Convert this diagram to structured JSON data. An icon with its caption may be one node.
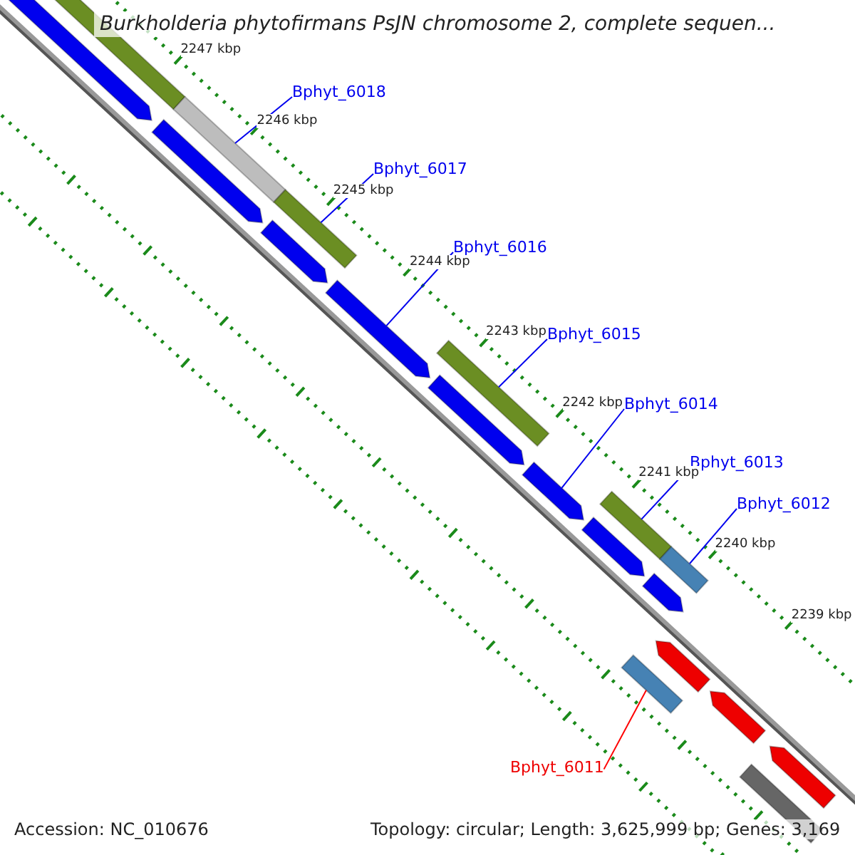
{
  "diagram": {
    "title": "Burkholderia phytofirmans PsJN chromosome 2, complete sequen...",
    "nodes": [
      {
        "text": [
          "Bphyt_6018"
        ]
      },
      {
        "text": [
          "Bphyt_6017"
        ]
      },
      {
        "text": [
          "Bphyt_6016"
        ]
      },
      {
        "text": [
          "Bphyt_6015"
        ]
      },
      {
        "text": [
          "Bphyt_6014"
        ]
      },
      {
        "text": [
          "Bphyt_6013"
        ]
      },
      {
        "text": [
          "Bphyt_6012"
        ]
      },
      {
        "text": [
          "Bphyt_6011"
        ]
      },
      {
        "text": [],
        "shape": "arrow"
      },
      {
        "text": [],
        "shape": "bar"
      },
      {
        "text": [],
        "shape": "bar"
      },
      {
        "text": [],
        "shape": "arrow"
      },
      {
        "text": [],
        "shape": "bar"
      },
      {
        "text": [],
        "shape": "arrow"
      },
      {
        "text": [],
        "shape": "arrow"
      },
      {
        "text": [],
        "shape": "bar"
      },
      {
        "text": [],
        "shape": "arrow"
      },
      {
        "text": [],
        "shape": "arrow"
      },
      {
        "text": [],
        "shape": "bar"
      },
      {
        "text": [],
        "shape": "arrow"
      },
      {
        "text": [],
        "shape": "bar"
      },
      {
        "text": [],
        "shape": "arrow"
      },
      {
        "text": [],
        "shape": "bar"
      },
      {
        "text": [],
        "shape": "arrow"
      },
      {
        "text": [],
        "shape": "arrow"
      },
      {
        "text": [],
        "shape": "bar"
      },
      {
        "text": [],
        "shape": "arrow"
      }
    ],
    "edges": [
      {
        "from": 0,
        "to": 10,
        "arrow": "none"
      },
      {
        "from": 1,
        "to": 12,
        "arrow": "none"
      },
      {
        "from": 2,
        "to": 14,
        "arrow": "none"
      },
      {
        "from": 3,
        "to": 15,
        "arrow": "none"
      },
      {
        "from": 4,
        "to": 17,
        "arrow": "none"
      },
      {
        "from": 5,
        "to": 18,
        "arrow": "none"
      },
      {
        "from": 6,
        "to": 20,
        "arrow": "none"
      },
      {
        "from": 7,
        "to": 22,
        "arrow": "none",
        "color": "#ff0000"
      }
    ],
    "labels": [
      "2247 kbp",
      "2246 kbp",
      "2245 kbp",
      "2244 kbp",
      "2243 kbp",
      "2242 kbp",
      "2241 kbp",
      "2240 kbp",
      "2239 kbp",
      "Accession: NC_010676",
      "Topology: circular; Length: 3,625,999 bp; Genes: 3,169"
    ]
  }
}
